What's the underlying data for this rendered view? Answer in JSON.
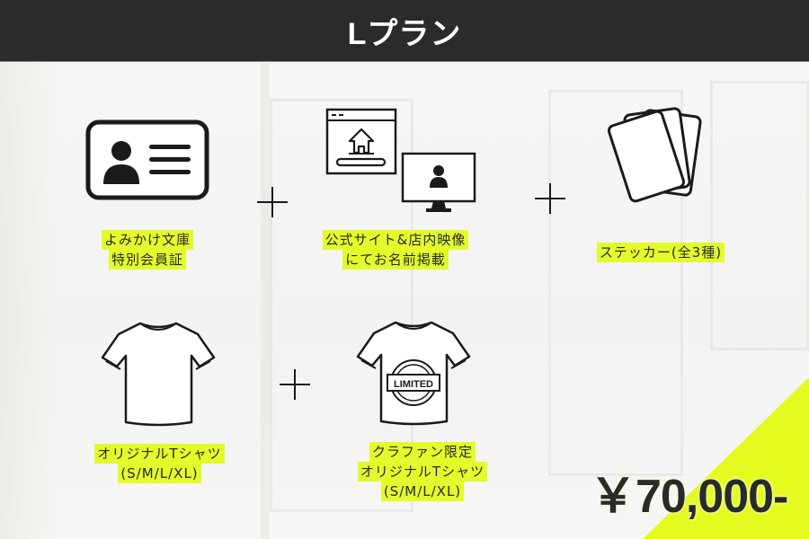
{
  "header": {
    "title": "Lプラン"
  },
  "items": [
    {
      "id": "membership-card",
      "icon": "id-card-icon",
      "label_lines": [
        "よみかけ文庫",
        "特別会員証"
      ]
    },
    {
      "id": "name-listing",
      "icon": "website-and-monitor-icon",
      "label_lines": [
        "公式サイト&店内映像",
        "にてお名前掲載"
      ]
    },
    {
      "id": "stickers",
      "icon": "stacked-cards-icon",
      "label_lines": [
        "ステッカー(全3種)"
      ]
    },
    {
      "id": "original-tshirt",
      "icon": "tshirt-icon",
      "label_lines": [
        "オリジナルTシャツ",
        "(S/M/L/XL)"
      ]
    },
    {
      "id": "limited-tshirt",
      "icon": "limited-tshirt-icon",
      "label_lines": [
        "クラファン限定",
        "オリジナルTシャツ",
        "(S/M/L/XL)"
      ],
      "badge_text": "LIMITED"
    }
  ],
  "plus_signs": 3,
  "price": "￥70,000-",
  "colors": {
    "header_bg": "#2b2b2b",
    "accent": "#e3fb1e",
    "text": "#2a2a2a"
  }
}
